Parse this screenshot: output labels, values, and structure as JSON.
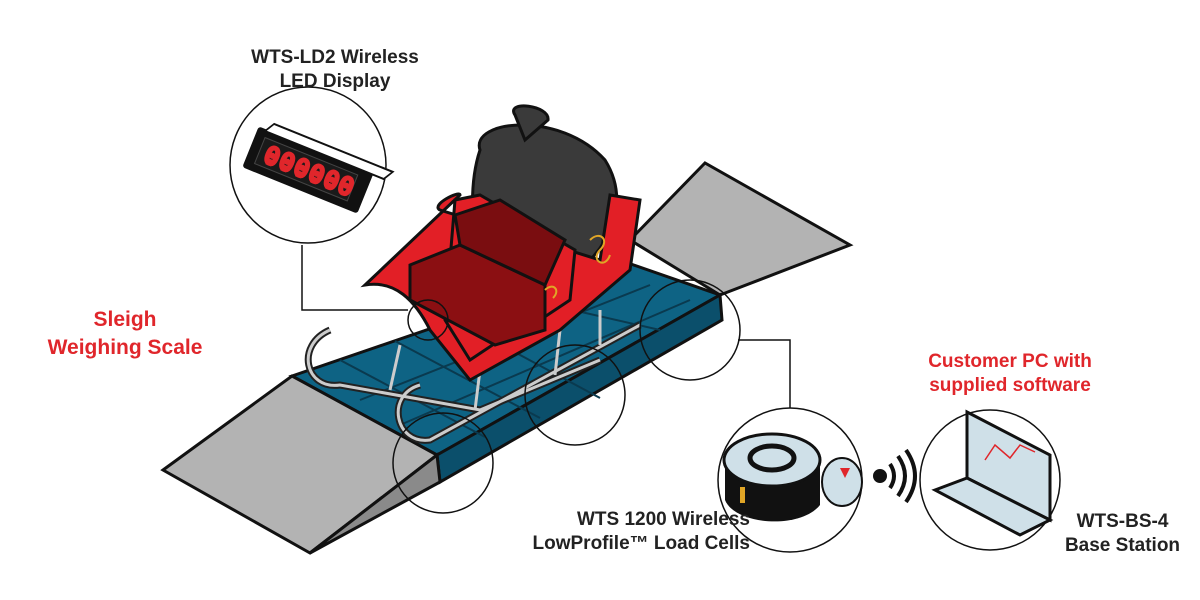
{
  "labels": {
    "title": [
      "Sleigh",
      "Weighing Scale"
    ],
    "led_display": [
      "WTS-LD2 Wireless",
      "LED Display"
    ],
    "load_cells": [
      "WTS 1200 Wireless",
      "LowProfile™ Load Cells"
    ],
    "customer_pc": [
      "Customer PC with",
      "supplied software"
    ],
    "base_station": [
      "WTS-BS-4",
      "Base Station"
    ]
  },
  "led_readout": [
    "0",
    "0",
    "0",
    "0",
    "0",
    "0"
  ],
  "colors": {
    "accent_red": "#e0262b",
    "deck_blue": "#0e6384",
    "ramp_gray": "#b3b3b3",
    "sleigh_red": "#e21f26",
    "seat_dark_red": "#8b0f12",
    "sack": "#3a3a3a"
  }
}
